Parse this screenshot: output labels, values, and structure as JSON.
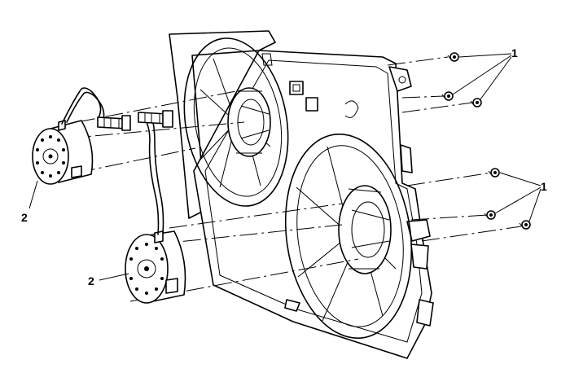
{
  "callouts": {
    "bolts_upper": "1",
    "bolts_lower": "1",
    "motor_upper": "2",
    "motor_lower": "2"
  }
}
